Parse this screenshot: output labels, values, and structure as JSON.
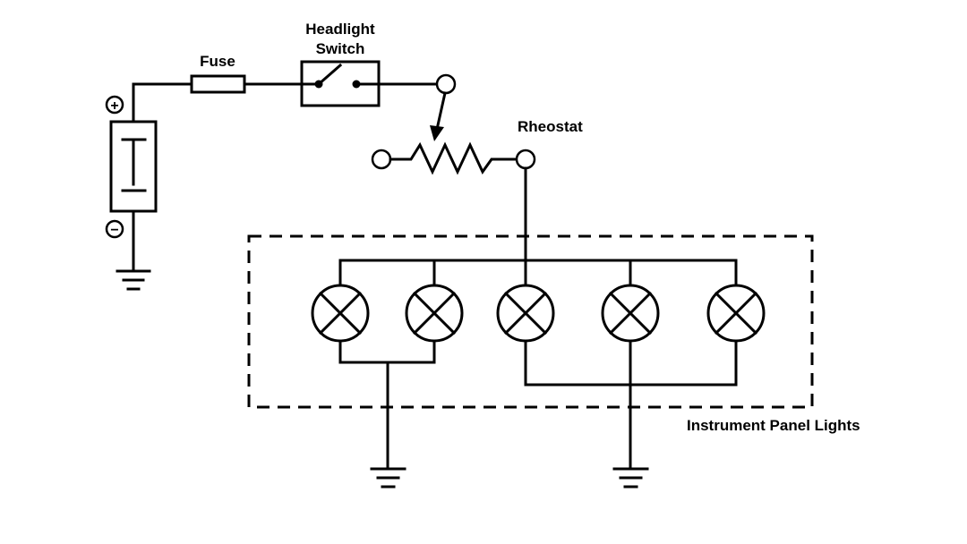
{
  "labels": {
    "fuse": "Fuse",
    "switch_line1": "Headlight",
    "switch_line2": "Switch",
    "rheostat": "Rheostat",
    "panel": "Instrument Panel Lights",
    "battery_positive": "+",
    "battery_negative": "−"
  },
  "lamp_count": 5
}
